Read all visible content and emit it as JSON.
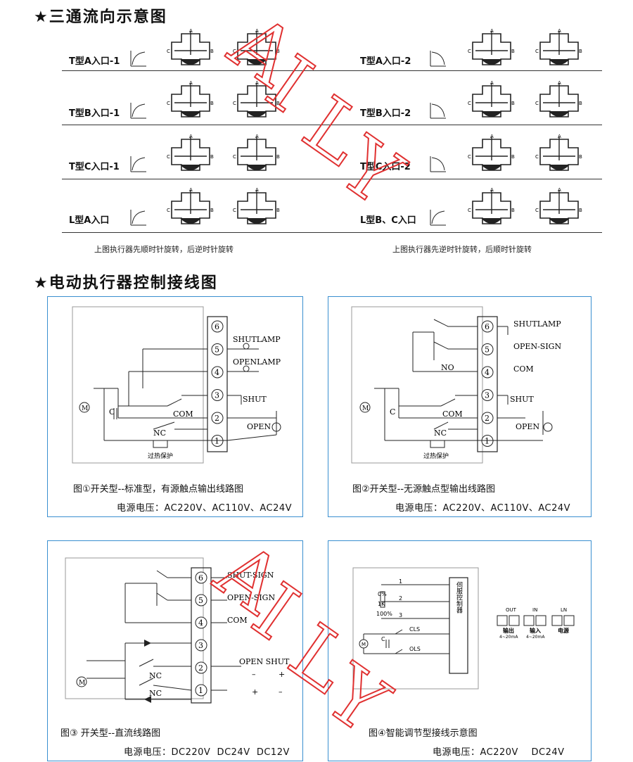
{
  "section1": {
    "title": "★三通流向示意图"
  },
  "rows": {
    "left": [
      {
        "label": "T型A入口-1",
        "dir": "cw"
      },
      {
        "label": "T型B入口-1",
        "dir": "cw"
      },
      {
        "label": "T型C入口-1",
        "dir": "cw"
      },
      {
        "label": "L型A入口",
        "dir": "cw"
      }
    ],
    "right": [
      {
        "label": "T型A入口-2",
        "dir": "ccw"
      },
      {
        "label": "T型B入口-2",
        "dir": "ccw"
      },
      {
        "label": "T型C入口-2",
        "dir": "ccw"
      },
      {
        "label": "L型B、C入口",
        "dir": "cw"
      }
    ]
  },
  "port_labels": {
    "a": "A",
    "b": "B",
    "c": "C"
  },
  "captions": {
    "left": "上图执行器先顺时针旋转，后逆时针旋转",
    "right": "上图执行器先逆时针旋转，后顺时针旋转"
  },
  "section2": {
    "title": "★电动执行器控制接线图"
  },
  "panel1": {
    "caption": "图①开关型--标准型，有源触点输出线路图",
    "voltage": "电源电压：AC220V、AC110V、AC24V",
    "terminals": [
      "6",
      "5",
      "4",
      "3",
      "2",
      "1"
    ],
    "labels": {
      "shutlamp": "SHUTLAMP",
      "openlamp": "OPENLAMP",
      "shut": "SHUT",
      "com": "COM",
      "open": "OPEN",
      "nc": "NC",
      "c": "C",
      "m": "M",
      "overheat": "过热保护"
    }
  },
  "panel2": {
    "caption": "图②开关型--无源触点型输出线路图",
    "voltage": "电源电压：AC220V、AC110V、AC24V",
    "terminals": [
      "6",
      "5",
      "4",
      "3",
      "2",
      "1"
    ],
    "labels": {
      "shutlamp": "SHUTLAMP",
      "opensign": "OPEN-SIGN",
      "no": "NO",
      "com4": "COM",
      "shut": "SHUT",
      "com": "COM",
      "open": "OPEN",
      "nc": "NC",
      "c": "C",
      "m": "M",
      "overheat": "过热保护"
    }
  },
  "panel3": {
    "caption": "图③ 开关型--直流线路图",
    "voltage": "电源电压：DC220V  DC24V  DC12V",
    "terminals": [
      "6",
      "5",
      "4",
      "3",
      "2",
      "1"
    ],
    "labels": {
      "shutsign": "SHUT-SIGN",
      "opensign": "OPEN-SIGN",
      "com": "COM",
      "openshut": "OPEN  SHUT",
      "minus1": "–",
      "plus1": "+",
      "plus2": "+",
      "minus2": "–",
      "nc1": "NC",
      "nc2": "NC",
      "m": "M"
    }
  },
  "panel4": {
    "caption": "图④智能调节型接线示意图",
    "voltage": "电源电压：AC220V    DC24V",
    "controller": "伺服控制器",
    "pot": {
      "p0": "0%",
      "p1k": "1K",
      "p100": "100%",
      "n1": "1",
      "n2": "2",
      "n3": "3"
    },
    "labels": {
      "c": "C",
      "cls": "CLS",
      "ols": "OLS",
      "m": "M"
    },
    "blocks": [
      {
        "top": "OUT",
        "bottom": "输出",
        "sub": "4~20mA"
      },
      {
        "top": "IN",
        "bottom": "输入",
        "sub": "4~20mA"
      },
      {
        "top": "LN",
        "bottom": "电源",
        "sub": ""
      }
    ]
  },
  "watermark": {
    "text": "AILY",
    "color": "#e03030"
  }
}
